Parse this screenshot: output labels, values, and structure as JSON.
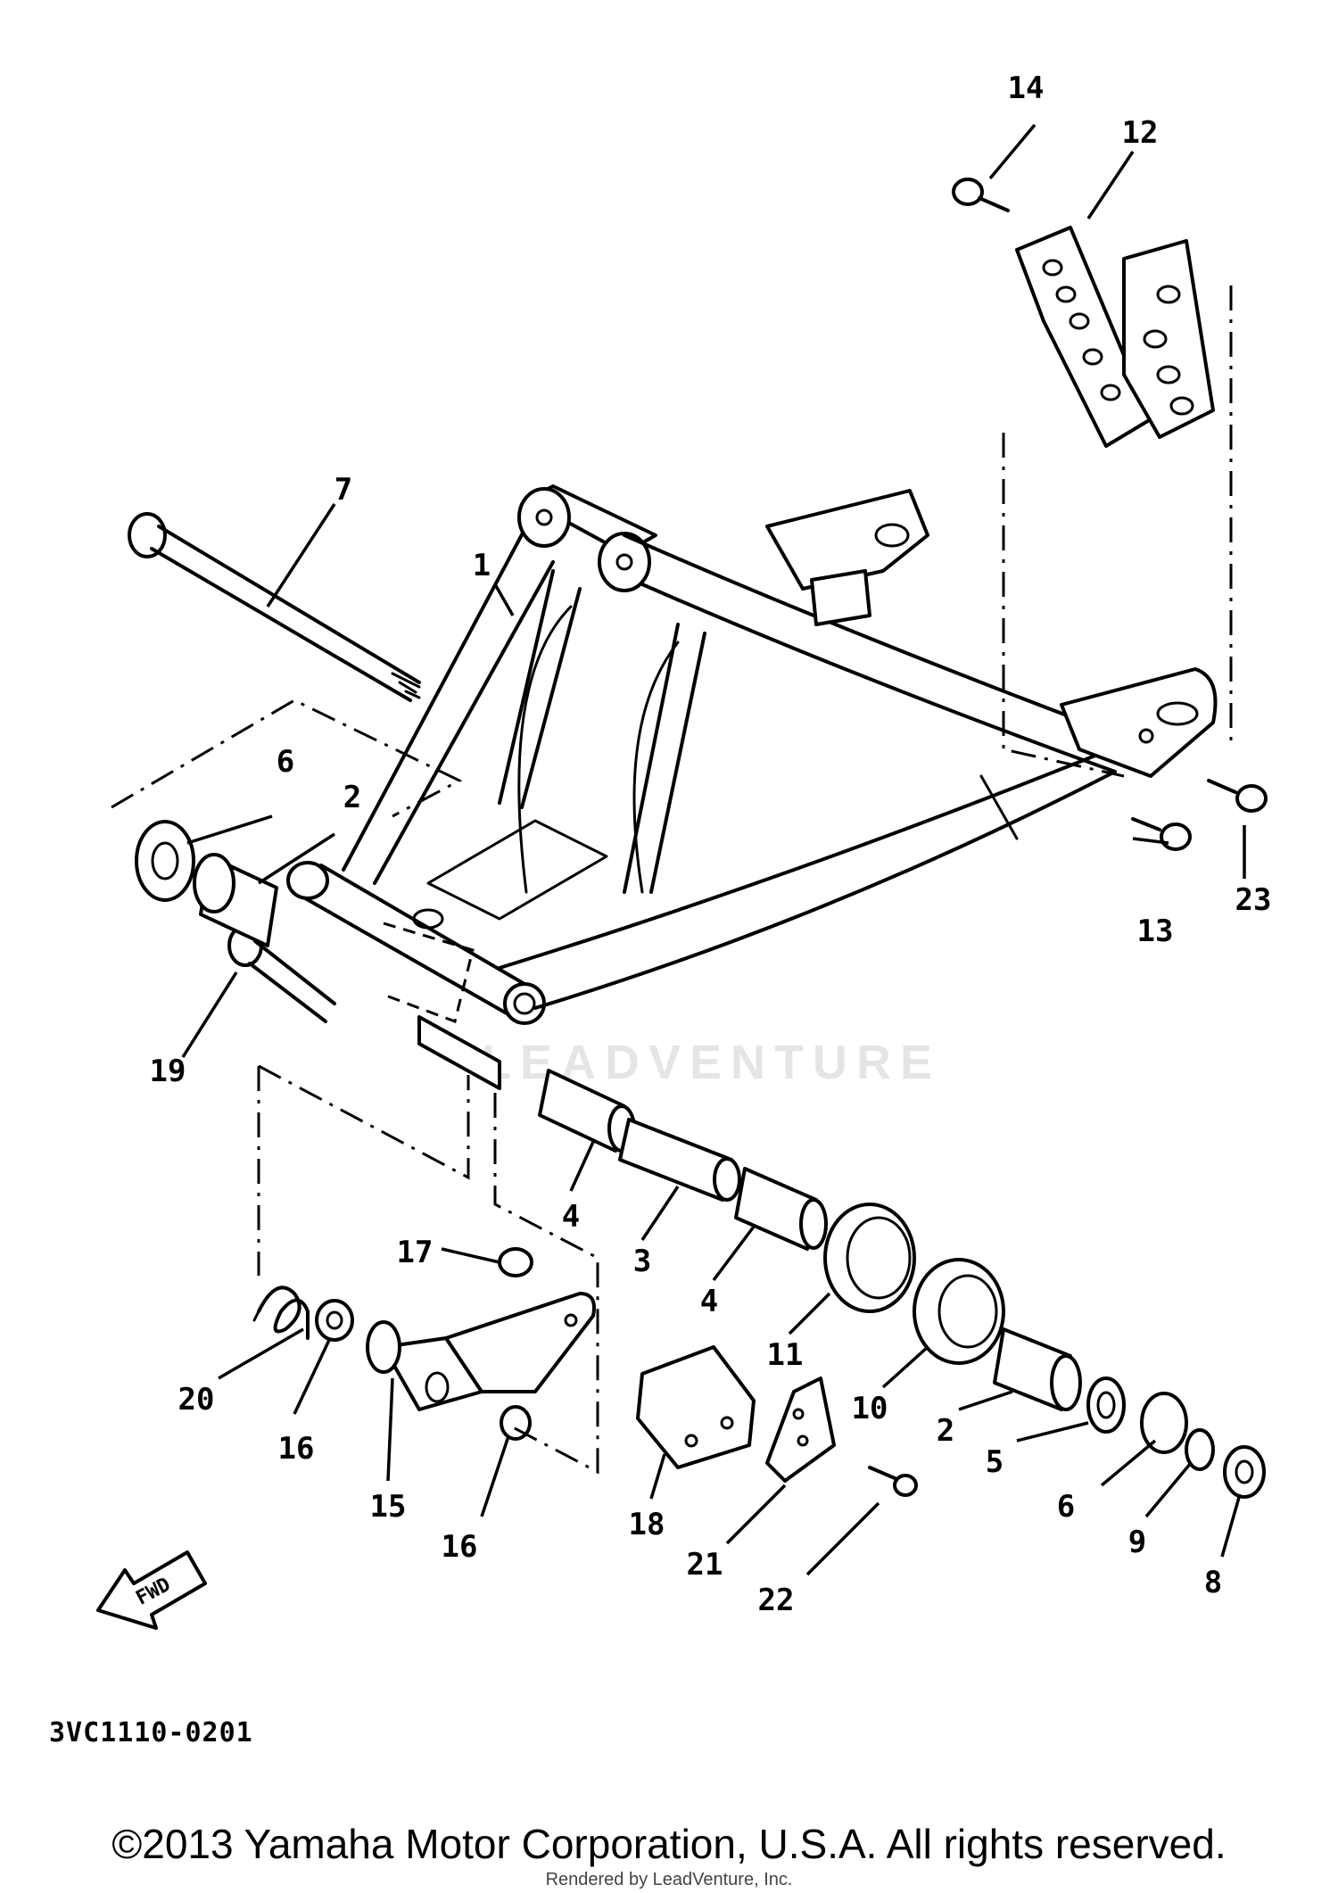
{
  "diagram_code": "3VC1110-0201",
  "copyright": "©2013 Yamaha Motor Corporation, U.S.A. All rights reserved.",
  "rendered_by": "Rendered by LeadVenture, Inc.",
  "watermark": "LEADVENTURE",
  "fwd_label": "FWD",
  "callouts": [
    "1",
    "2",
    "2",
    "3",
    "4",
    "4",
    "5",
    "6",
    "6",
    "7",
    "8",
    "9",
    "10",
    "11",
    "12",
    "13",
    "14",
    "15",
    "16",
    "16",
    "17",
    "18",
    "19",
    "20",
    "21",
    "22",
    "23"
  ]
}
